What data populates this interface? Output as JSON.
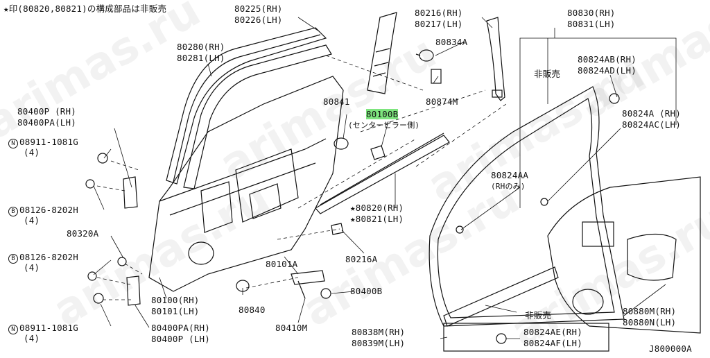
{
  "watermark": "arimas.ru",
  "note": "★印(80820,80821)の構成部品は非販売",
  "diagram_code": "J800000A",
  "labels": {
    "l_80225": "80225(RH)",
    "l_80226": "80226(LH)",
    "l_80216": "80216(RH)",
    "l_80217": "80217(LH)",
    "l_80830": "80830(RH)",
    "l_80831": "80831(LH)",
    "l_80834a": "80834A",
    "l_80280": "80280(RH)",
    "l_80281": "80281(LH)",
    "l_hihanbai1": "非販売",
    "l_80824ab": "80824AB(RH)",
    "l_80824ad": "80824AD(LH)",
    "l_80874m": "80874M",
    "l_80841": "80841",
    "l_80100b": "80100B",
    "l_center_pillar": "(センターピラー側)",
    "l_80824a": "80824A (RH)",
    "l_80824ac": "80824AC(LH)",
    "l_80400p_rh": "80400P (RH)",
    "l_80400pa_lh": "80400PA(LH)",
    "l_n08911_a": "08911-1081G",
    "l_n08911_a_q": "(4)",
    "l_80824aa": "80824AA",
    "l_rh_only": "(RHのみ)",
    "l_b08126_a": "08126-8202H",
    "l_b08126_a_q": "(4)",
    "l_80820": "★80820(RH)",
    "l_80821": "★80821(LH)",
    "l_80320a": "80320A",
    "l_80216a": "80216A",
    "l_b08126_b": "08126-8202H",
    "l_b08126_b_q": "(4)",
    "l_80101a": "80101A",
    "l_80400b": "80400B",
    "l_80100": "80100(RH)",
    "l_80101": "80101(LH)",
    "l_80840": "80840",
    "l_80880m": "80880M(RH)",
    "l_80880n": "80880N(LH)",
    "l_hihanbai2": "非販売",
    "l_n08911_b": "08911-1081G",
    "l_n08911_b_q": "(4)",
    "l_80400pa_rh": "80400PA(RH)",
    "l_80400p_lh": "80400P (LH)",
    "l_80410m": "80410M",
    "l_80838m": "80838M(RH)",
    "l_80839m": "80839M(LH)",
    "l_80824ae": "80824AE(RH)",
    "l_80824af": "80824AF(LH)",
    "n_mark": "N",
    "b_mark": "B"
  }
}
